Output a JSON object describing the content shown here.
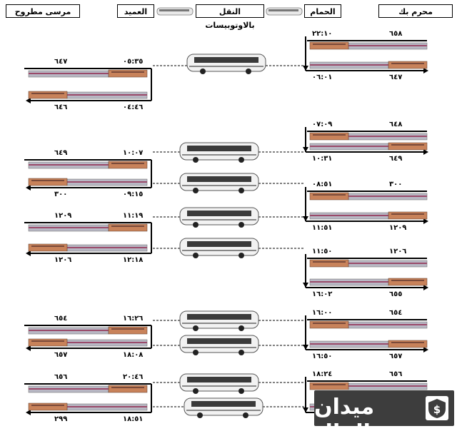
{
  "headers": {
    "port_said_col": "مرسى مطروح",
    "aweed_col": "العميد",
    "bus_col": "النقل بالاوتوبيسات",
    "hammam_col": "الحمام",
    "moharram_col": "محرم بك"
  },
  "rows": [
    {
      "right_top_num": "٦٥٨",
      "right_top_time": "٢٢:١٠",
      "right_bot_num": "٦٤٧",
      "right_bot_time": "٠٦:٠١",
      "left_top_num": "٦٤٧",
      "left_top_time": "٠٥:٣٥",
      "left_bot_num": "٦٤٦",
      "left_bot_time": "٠٤:٤٦"
    },
    {
      "right_top_num": "٦٤٨",
      "right_top_time": "٠٧:٠٩",
      "right_bot_num": "٦٤٩",
      "right_bot_time": "١٠:٣١",
      "left_top_num": "٦٤٩",
      "left_top_time": "١٠:٠٧",
      "left_bot_num": "٣٠٠",
      "left_bot_time": "٠٩:١٥"
    },
    {
      "right_top_num": "٣٠٠",
      "right_top_time": "٠٨:٥١",
      "right_bot_num": "١٢٠٩",
      "right_bot_time": "١١:٥١",
      "left_top_num": "١٢٠٩",
      "left_top_time": "١١:١٩",
      "left_bot_num": "١٢٠٦",
      "left_bot_time": "١٢:١٨"
    },
    {
      "right_top_num": "١٢٠٦",
      "right_top_time": "١١:٥٠",
      "right_bot_num": "٦٥٥",
      "right_bot_time": "١٦:٠٢"
    },
    {
      "right_top_num": "٦٥٤",
      "right_top_time": "١٦:٠٠",
      "right_bot_num": "٦٥٧",
      "right_bot_time": "١٦:٥٠",
      "left_top_num": "٦٥٤",
      "left_top_time": "١٦:٢٦",
      "left_bot_num": "٦٥٧",
      "left_bot_time": "١٨:٠٨"
    },
    {
      "right_top_num": "٦٥٦",
      "right_top_time": "١٨:٢٤",
      "right_bot_num": "",
      "right_bot_time": "",
      "left_top_num": "٦٥٦",
      "left_top_time": "٢٠:٤٦",
      "left_bot_num": "٢٩٩",
      "left_bot_time": "١٨:٥١"
    }
  ],
  "logo": {
    "text": "ميدان المال",
    "icon": "dollar-shield-icon"
  },
  "colors": {
    "train_locomotive": "#c8825a",
    "train_coach": "#b8b8c4",
    "train_stripe": "#9a4a6a",
    "bus_body": "#f2f2f2",
    "logo_bg": "#3d3d3d"
  }
}
